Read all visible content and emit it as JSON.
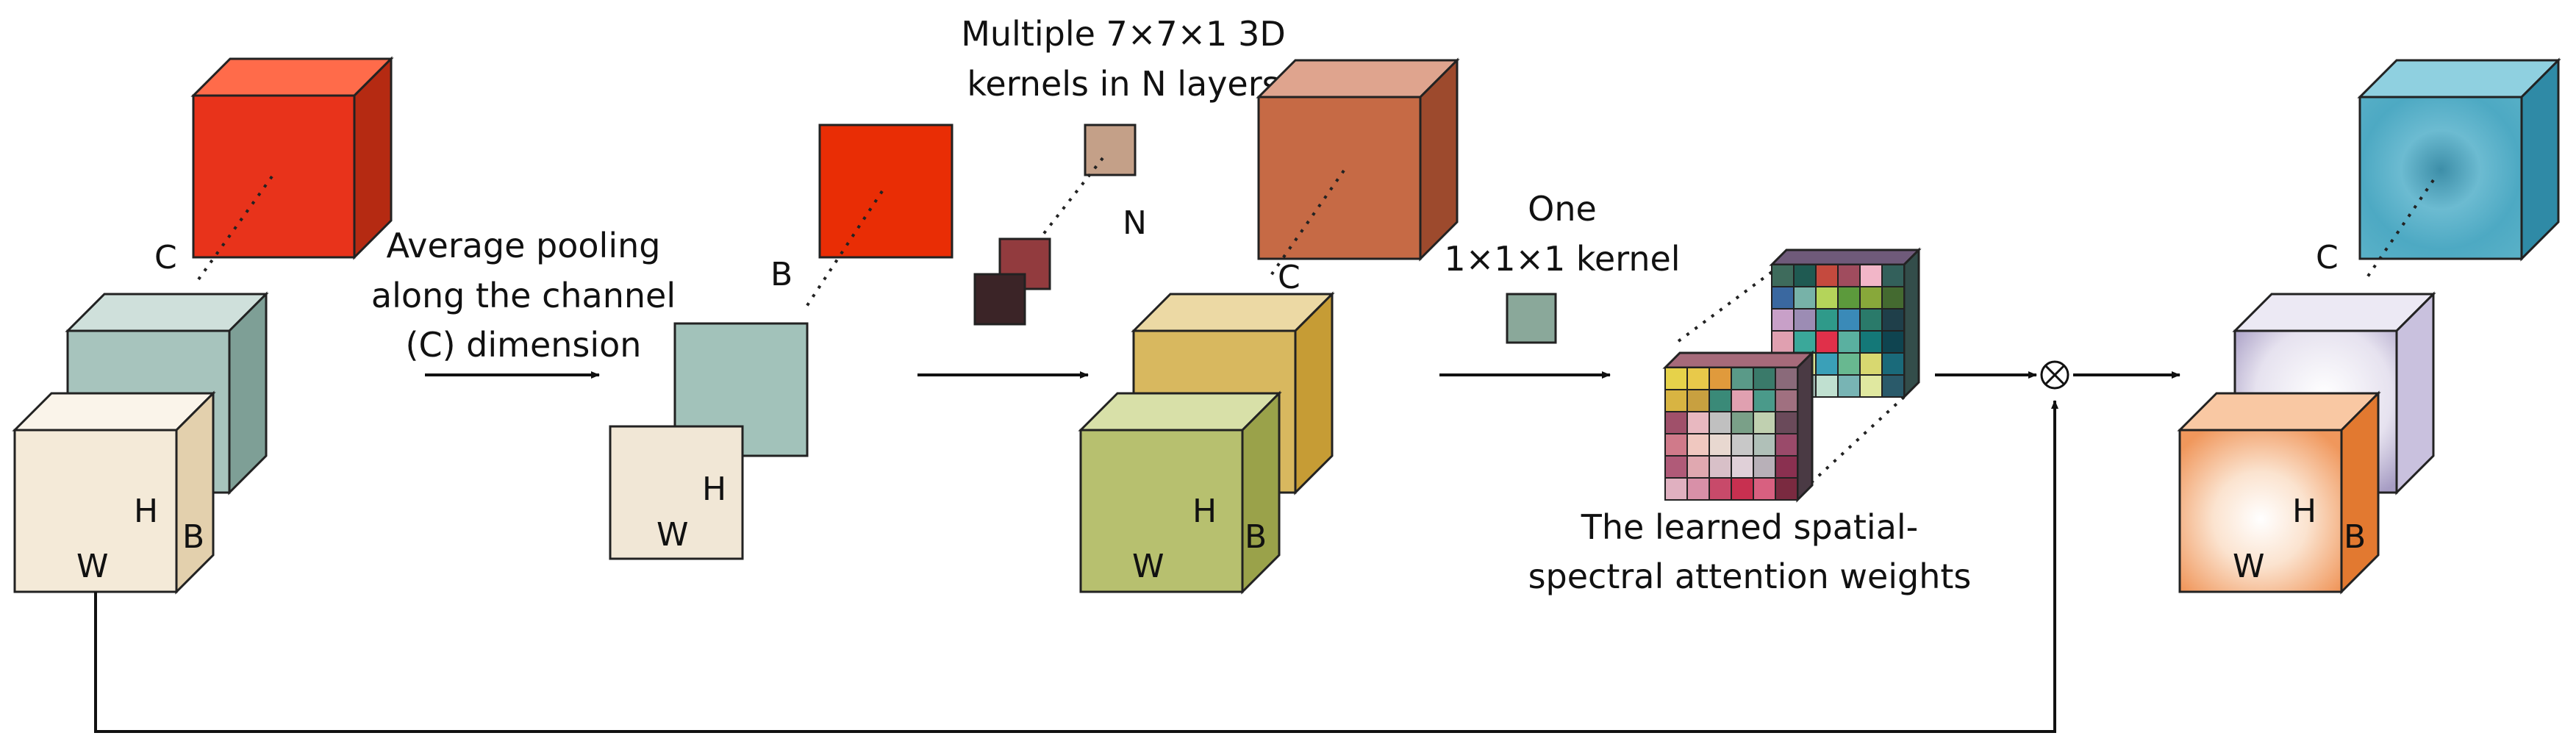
{
  "labels": {
    "input_c": "C",
    "input_h": "H",
    "input_b": "B",
    "input_w": "W",
    "pool_b": "B",
    "pool_h": "H",
    "pool_w": "W",
    "kernel_n": "N",
    "mid_c": "C",
    "mid_h": "H",
    "mid_b": "B",
    "mid_w": "W",
    "out_c": "C",
    "out_h": "H",
    "out_b": "B",
    "out_w": "W",
    "multiply_symbol": "⊗"
  },
  "captions": {
    "pooling_line1": "Average pooling",
    "pooling_line2": "along the channel",
    "pooling_line3": "(C) dimension",
    "kernels_line1": "Multiple 7×7×1 3D",
    "kernels_line2": "kernels in N layers",
    "onekernel_line1": "One",
    "onekernel_line2": "1×1×1 kernel",
    "weights_line1": "The learned spatial-",
    "weights_line2": "spectral attention weights"
  },
  "colors": {
    "input_front": "#f4ead8",
    "input_mid": "#a7c4bd",
    "input_back": "#e8331b",
    "pool_front": "#f1e7d6",
    "pool_mid": "#a2c2ba",
    "pool_back": "#e92d05",
    "kernel_small": "#c4a088",
    "kernel_dark1": "#923b3e",
    "kernel_dark2": "#3b2427",
    "mid_front": "#b7c06f",
    "mid_mid": "#d8b85f",
    "mid_back": "#c66a45",
    "one_kernel": "#8aa89a",
    "out_front": "#f0975c",
    "out_mid": "#bdb5d2",
    "out_back": "#4aa7c2"
  }
}
